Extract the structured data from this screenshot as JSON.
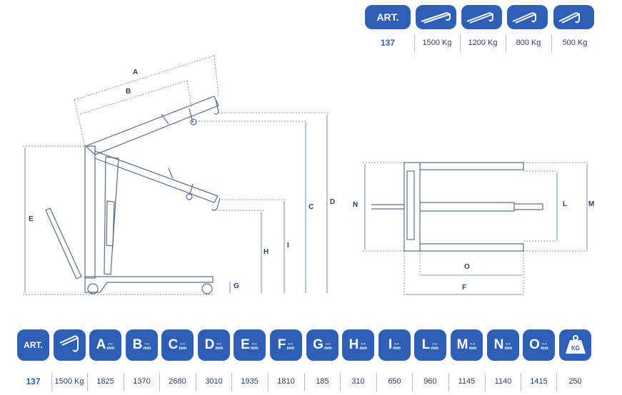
{
  "top_table": {
    "art_label": "ART.",
    "art_value": "137",
    "capacities": [
      "1500 Kg",
      "1200 Kg",
      "800 Kg",
      "500 Kg"
    ]
  },
  "drawing_labels": {
    "A": "A",
    "B": "B",
    "C": "C",
    "D": "D",
    "E": "E",
    "G": "G",
    "H": "H",
    "I": "I",
    "N": "N",
    "L": "L",
    "M": "M",
    "O": "O",
    "F": "F"
  },
  "bottom_table": {
    "art_label": "ART.",
    "art_value": "137",
    "hook_value": "1500 Kg",
    "mm": "mm",
    "weight_badge": "KG",
    "columns": [
      {
        "letter": "A",
        "value": "1825"
      },
      {
        "letter": "B",
        "value": "1370"
      },
      {
        "letter": "C",
        "value": "2680"
      },
      {
        "letter": "D",
        "value": "3010"
      },
      {
        "letter": "E",
        "value": "1935"
      },
      {
        "letter": "F",
        "value": "1810"
      },
      {
        "letter": "G",
        "value": "185"
      },
      {
        "letter": "H",
        "value": "310"
      },
      {
        "letter": "I",
        "value": "650"
      },
      {
        "letter": "L",
        "value": "960"
      },
      {
        "letter": "M",
        "value": "1145"
      },
      {
        "letter": "N",
        "value": "1140"
      },
      {
        "letter": "O",
        "value": "1415"
      }
    ],
    "weight_value": "250"
  },
  "colors": {
    "accent": "#2e5fb5",
    "line": "#5b6b8f",
    "text": "#2c3e70"
  }
}
